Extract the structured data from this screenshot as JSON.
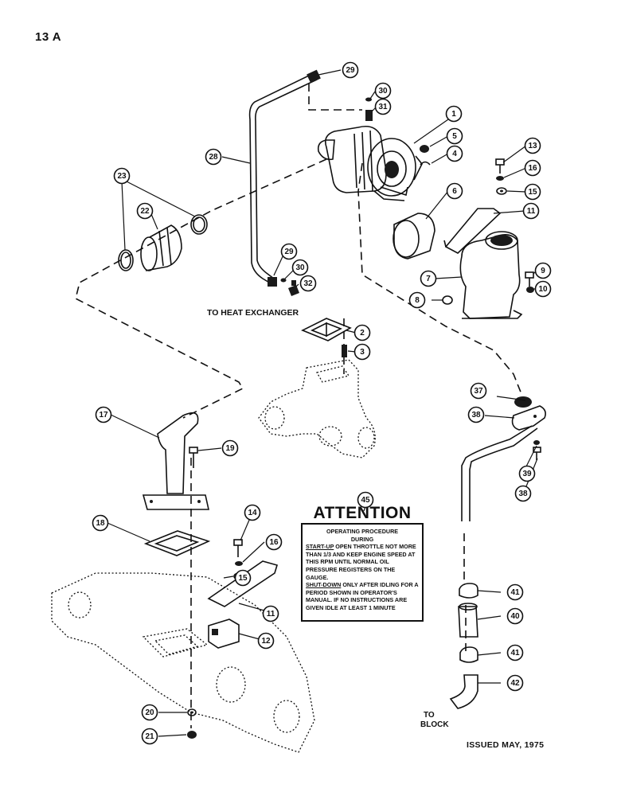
{
  "page_number": "13 A",
  "heat_exchanger_label": "TO HEAT EXCHANGER",
  "to_block_label_line1": "TO",
  "to_block_label_line2": "BLOCK",
  "issued_label": "ISSUED MAY, 1975",
  "attention": {
    "title": "ATTENTION",
    "line1": "OPERATING PROCEDURE",
    "line2": "DURING",
    "startup_heading": "START-UP",
    "startup_text": " OPEN THROTTLE NOT MORE THAN 1/3 AND KEEP ENGINE SPEED AT THIS RPM UNTIL NORMAL OIL PRESSURE REGISTERS ON THE GAUGE.",
    "shutdown_heading": "SHUT-DOWN",
    "shutdown_text": " ONLY AFTER IDLING FOR A PERIOD SHOWN IN OPERATOR'S MANUAL. IF NO INSTRUCTIONS ARE GIVEN IDLE AT LEAST 1 MINUTE"
  },
  "callouts": [
    "1",
    "2",
    "3",
    "4",
    "5",
    "6",
    "7",
    "8",
    "9",
    "10",
    "11",
    "11",
    "12",
    "13",
    "14",
    "15",
    "15",
    "16",
    "16",
    "17",
    "18",
    "19",
    "20",
    "21",
    "22",
    "23",
    "28",
    "29",
    "29",
    "30",
    "30",
    "31",
    "32",
    "37",
    "38",
    "39",
    "38",
    "40",
    "41",
    "41",
    "42",
    "45"
  ]
}
